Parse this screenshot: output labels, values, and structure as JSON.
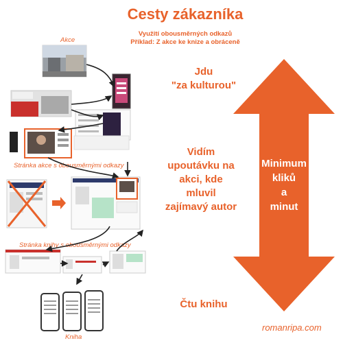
{
  "title": "Cesty zákazníka",
  "subtitle_line1": "Využití obousměrných odkazů",
  "subtitle_line2": "Příklad: Z akce ke knize a obráceně",
  "captions": {
    "akce": "Akce",
    "event_page": "Stránka akce s obousměrnými odkazy",
    "book_page": "Stránka knihy s obousměrnými odkazy",
    "kniha": "Kniha"
  },
  "steps": {
    "step1_line1": "Jdu",
    "step1_line2": "\"za kulturou\"",
    "step2_line1": "Vidím",
    "step2_line2": "upoutávku na",
    "step2_line3": "akci, kde",
    "step2_line4": "mluvil",
    "step2_line5": "zajímavý autor",
    "step3": "Čtu knihu"
  },
  "big_arrow": {
    "line1": "Minimum",
    "line2": "kliků",
    "line3": "a",
    "line4": "minut",
    "color": "#e8622b"
  },
  "footer": "romanripa.com",
  "accent_color": "#e8622b"
}
